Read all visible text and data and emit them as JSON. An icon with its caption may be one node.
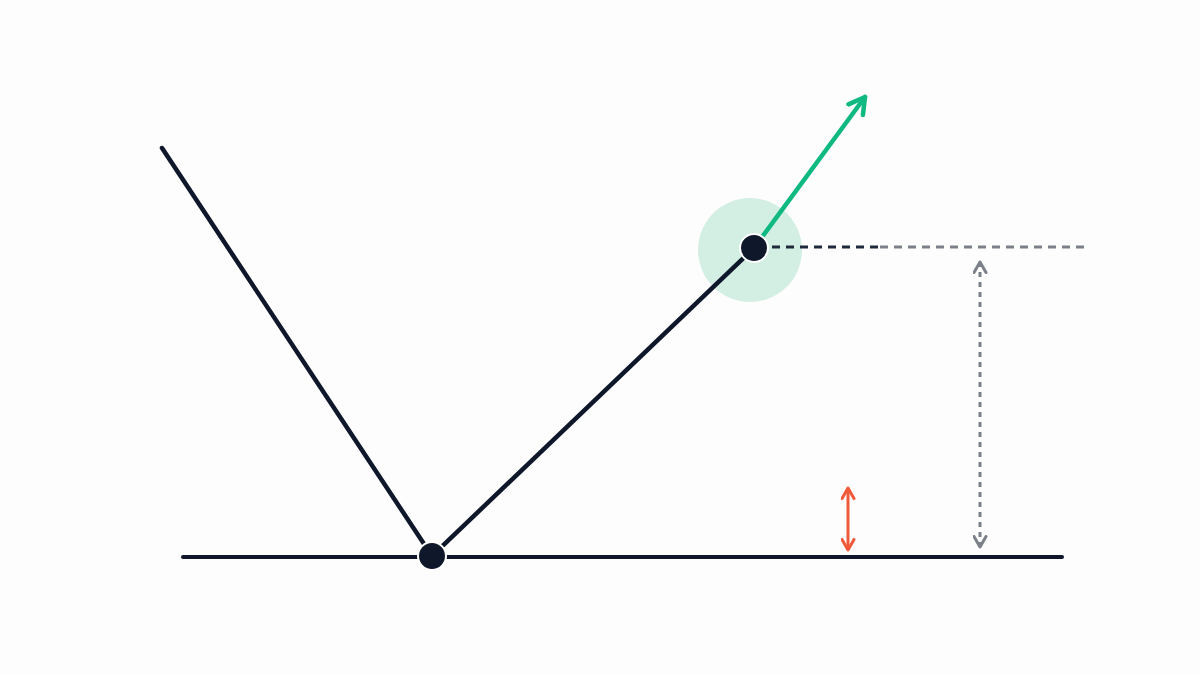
{
  "diagram": {
    "nodes": [
      {
        "text": [],
        "shape": "circle"
      },
      {
        "text": [],
        "shape": "circle"
      }
    ],
    "edges": [
      {
        "from": 0,
        "to": null,
        "arrow": "none"
      },
      {
        "from": 0,
        "to": 1,
        "arrow": "none"
      },
      {
        "from": 1,
        "to": null,
        "arrow": "to",
        "color": "#10b981"
      }
    ]
  }
}
